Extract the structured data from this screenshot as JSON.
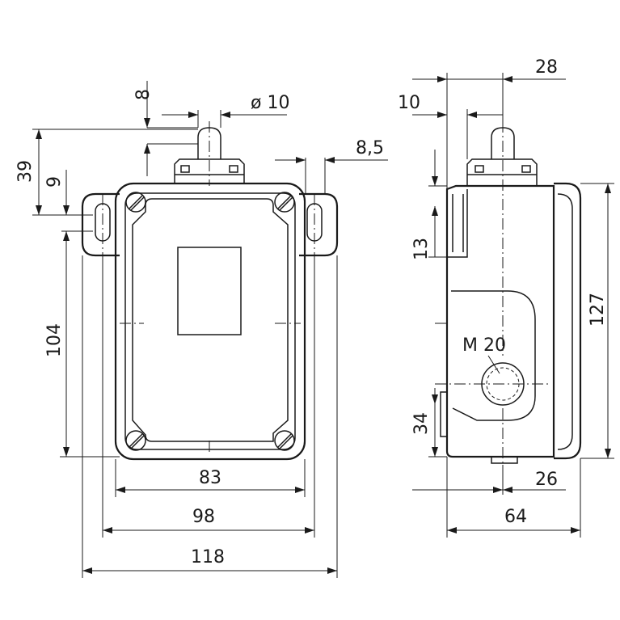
{
  "dimensions": {
    "front": {
      "d_8": "8",
      "d_10": "ø 10",
      "d_8_5": "8,5",
      "d_39": "39",
      "d_9": "9",
      "d_104": "104",
      "d_83": "83",
      "d_98": "98",
      "d_118": "118"
    },
    "side": {
      "d_28": "28",
      "d_10": "10",
      "d_13": "13",
      "d_127": "127",
      "d_m20": "M 20",
      "d_34": "34",
      "d_26": "26",
      "d_64": "64"
    }
  }
}
